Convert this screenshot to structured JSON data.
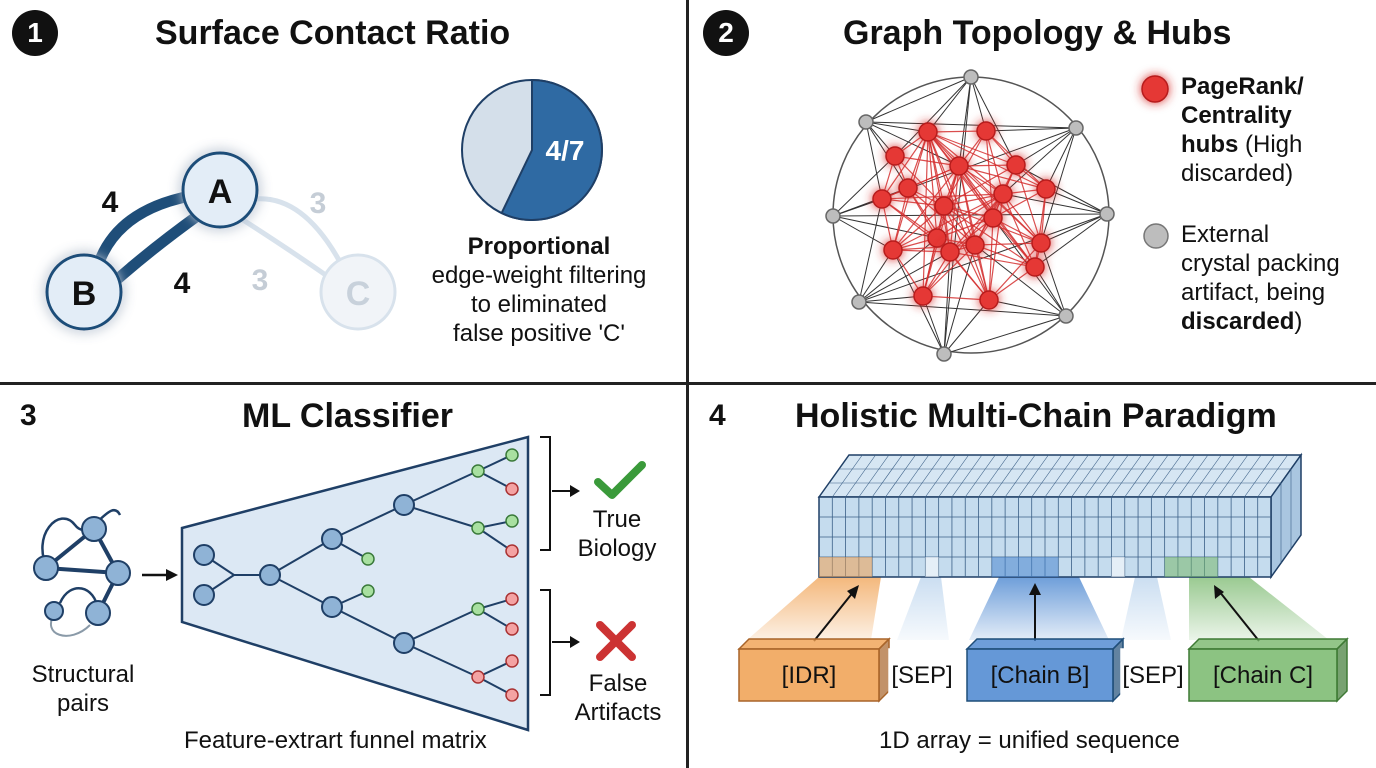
{
  "panel1": {
    "badge": "1",
    "title": "Surface Contact Ratio",
    "nodes": {
      "a": "A",
      "b": "B",
      "c": "C"
    },
    "edge_labels": {
      "ab_upper": "4",
      "ab_lower": "4",
      "ac_upper": "3",
      "ac_lower": "3"
    },
    "pie": {
      "label": "4/7",
      "fraction": 0.5714,
      "colors": {
        "main": "#2f6aa3",
        "rest": "#d4dfea"
      }
    },
    "caption": [
      "Proportional",
      "edge-weight filtering",
      "to eliminated",
      "false positive 'C'"
    ]
  },
  "panel2": {
    "badge": "2",
    "title": "Graph Topology & Hubs",
    "legend": {
      "hub": {
        "bold1": "PageRank/",
        "bold2": "Centrality",
        "bold3": "hubs",
        "rest3": " (High",
        "rest4": "discarded)"
      },
      "external": {
        "l1": "External",
        "l2": "crystal packing",
        "l3": "artifact, being",
        "bold4": "discarded",
        "rest4": ")"
      }
    },
    "colors": {
      "hub": "#e53935",
      "external": "#bdbdbd"
    }
  },
  "panel3": {
    "number": "3",
    "title": "ML Classifier",
    "input_label": [
      "Structural",
      "pairs"
    ],
    "outputs": {
      "true": [
        "True",
        "Biology"
      ],
      "false": [
        "False",
        "Artifacts"
      ]
    },
    "caption": "Feature-extrart funnel matrix",
    "colors": {
      "check": "#3a9a3a",
      "cross": "#cc3333",
      "node": "#8fb3d6",
      "leaf_green": "#a8e0a0",
      "leaf_red": "#f4a3a3"
    }
  },
  "panel4": {
    "number": "4",
    "title": "Holistic Multi-Chain Paradigm",
    "tokens": [
      "[IDR]",
      "[SEP]",
      "[Chain B]",
      "[SEP]",
      "[Chain C]"
    ],
    "caption": "1D array = unified sequence",
    "colors": {
      "idr": "#f0a050",
      "chain_b": "#4a86d0",
      "chain_c": "#78b86c",
      "grid": "#c5dcee"
    }
  }
}
